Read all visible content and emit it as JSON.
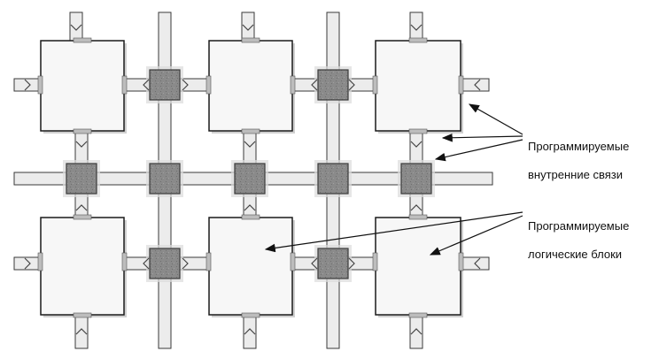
{
  "labels": {
    "interconnect_line1": "Программируемые",
    "interconnect_line2": "внутренние связи",
    "logic_line1": "Программируемые",
    "logic_line2": "логические блоки"
  },
  "colors": {
    "logic_block_fill": "#f7f7f7",
    "logic_block_stroke": "#1a1a1a",
    "switch_fill": "#8a8a8a",
    "switch_stroke": "#3a3a3a",
    "channel_fill": "#ececec",
    "channel_stroke": "#3a3a3a",
    "callout_line": "#111111"
  }
}
